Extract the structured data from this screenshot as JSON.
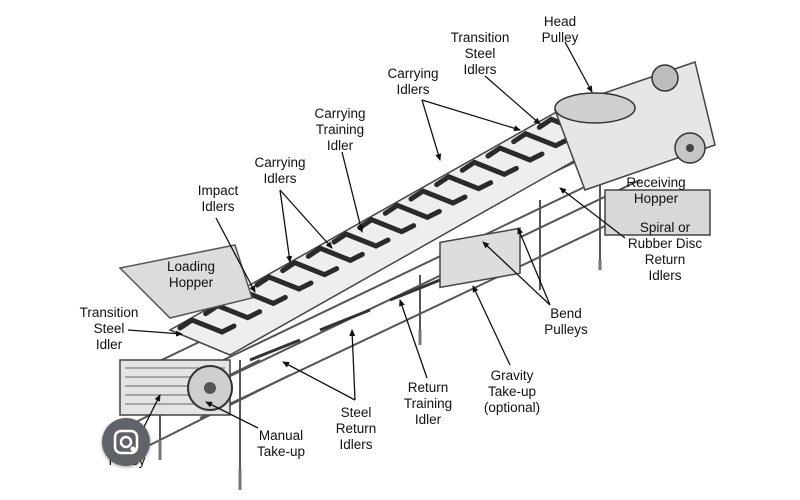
{
  "diagram": {
    "labels": {
      "head_pulley": "Head\nPulley",
      "transition_steel_idlers_top": "Transition\nSteel\nIdlers",
      "carrying_idlers_top": "Carrying\nIdlers",
      "carrying_training_idler": "Carrying\nTraining\nIdler",
      "carrying_idlers_mid": "Carrying\nIdlers",
      "impact_idlers": "Impact\nIdlers",
      "loading_hopper": "Loading\nHopper",
      "transition_steel_idler_left": "Transition\nSteel\nIdler",
      "tail_pulley": "Pulley",
      "manual_take_up": "Manual\nTake-up",
      "steel_return_idlers": "Steel\nReturn\nIdlers",
      "return_training_idler": "Return\nTraining\nIdler",
      "gravity_take_up": "Gravity\nTake-up\n(optional)",
      "bend_pulleys": "Bend\nPulleys",
      "spiral_rubber_disc": "Spiral or\nRubber Disc\nReturn\nIdlers",
      "receiving_hopper": "Receiving\nHopper"
    },
    "overlay": {
      "icon": "google-lens-icon"
    }
  }
}
